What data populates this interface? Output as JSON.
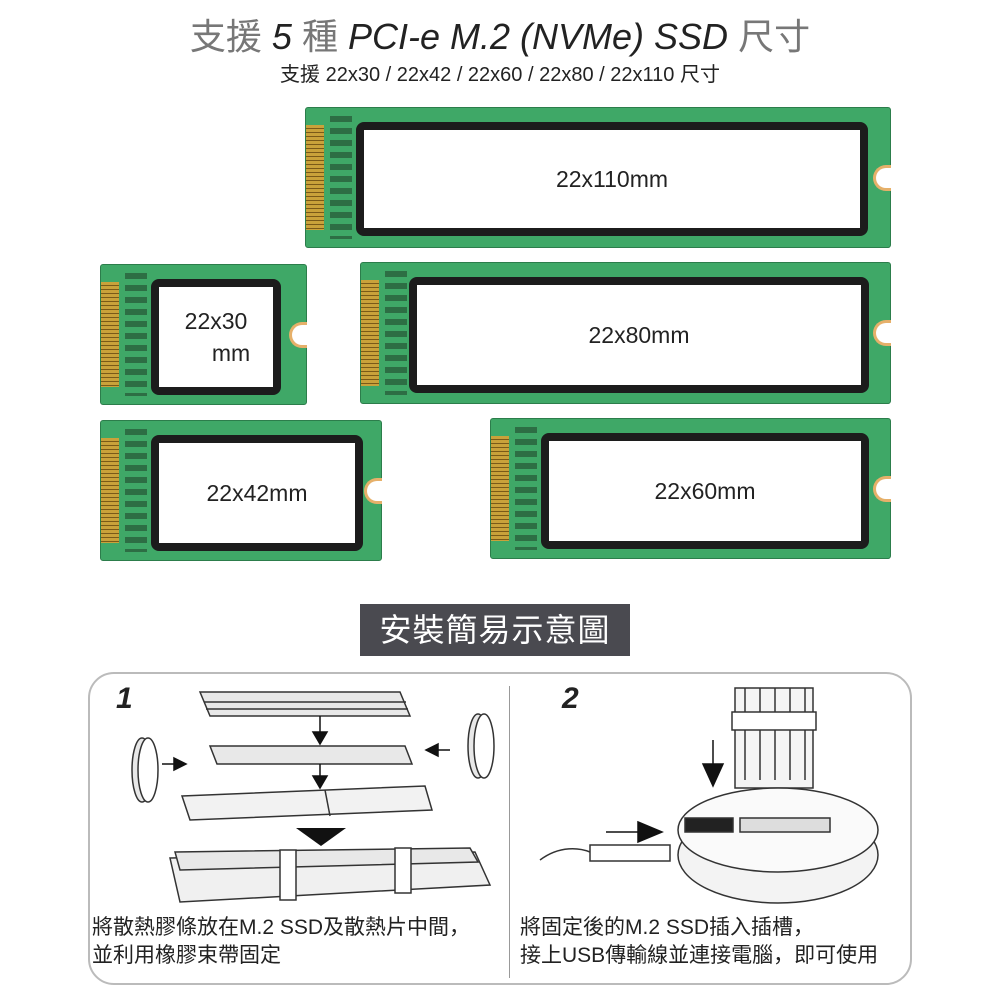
{
  "header": {
    "title_prefix": "支援",
    "title_count": "5",
    "title_mid": "種",
    "title_spec": "PCI-e M.2 (NVMe) SSD",
    "title_suffix": "尺寸",
    "subtitle": "支援 22x30 / 22x42 / 22x60 / 22x80 / 22x110 尺寸"
  },
  "ssds": [
    {
      "label": "22x110mm"
    },
    {
      "label": "22x30 mm",
      "line1": "22x30",
      "line2": "mm"
    },
    {
      "label": "22x80mm"
    },
    {
      "label": "22x42mm"
    },
    {
      "label": "22x60mm"
    }
  ],
  "guide": {
    "heading": "安裝簡易示意圖",
    "steps": [
      {
        "number": "1",
        "caption_line1": "將散熱膠條放在M.2 SSD及散熱片中間，",
        "caption_line2": "並利用橡膠束帶固定"
      },
      {
        "number": "2",
        "caption_line1": "將固定後的M.2 SSD插入插槽，",
        "caption_line2": "接上USB傳輸線並連接電腦，即可使用"
      }
    ]
  },
  "colors": {
    "pcb": "#3fa867",
    "heading_bg": "#4a4a50"
  }
}
